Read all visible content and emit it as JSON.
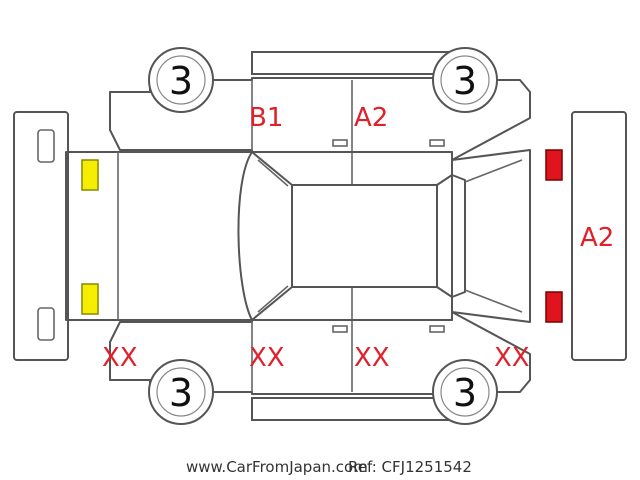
{
  "colors": {
    "damage_code": "#e0212c",
    "yellow_light": "#f5ee00",
    "red_light": "#e0141e",
    "outline": "#555555"
  },
  "tires": {
    "front_left": "3",
    "front_right": "3",
    "rear_left": "3",
    "rear_right": "3"
  },
  "damage_codes": {
    "left_front_door": "B1",
    "left_rear_door": "A2",
    "rear_bumper": "A2",
    "front_right_corner": "XX",
    "right_front_door": "XX",
    "right_rear_door": "XX",
    "rear_right_corner": "XX"
  },
  "footer": {
    "site": "www.CarFromJapan.com",
    "ref": "Ref: CFJ1251542"
  }
}
